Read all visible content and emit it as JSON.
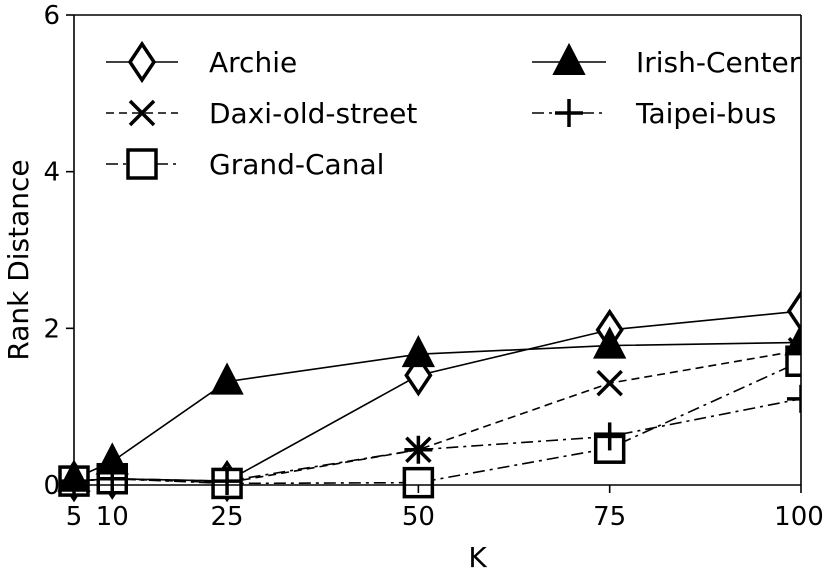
{
  "chart_data": {
    "type": "line",
    "xlabel": "K",
    "ylabel": "Rank Distance",
    "x": [
      5,
      10,
      25,
      50,
      75,
      100
    ],
    "xticks": [
      "5",
      "10",
      "25",
      "50",
      "75",
      "100"
    ],
    "yticks": [
      "0",
      "2",
      "4",
      "6"
    ],
    "xlim": [
      5,
      100
    ],
    "ylim": [
      0,
      6
    ],
    "grid": false,
    "legend_placement": "top",
    "series": [
      {
        "name": "Archie",
        "marker": "diamond-open",
        "line": "solid",
        "values": [
          0.05,
          0.08,
          0.05,
          1.4,
          1.98,
          2.22
        ]
      },
      {
        "name": "Daxi-old-street",
        "marker": "x",
        "line": "dashed",
        "values": [
          0.05,
          0.08,
          0.03,
          0.45,
          1.3,
          1.72
        ]
      },
      {
        "name": "Grand-Canal",
        "marker": "square-open",
        "line": "dashdot",
        "values": [
          0.05,
          0.08,
          0.02,
          0.03,
          0.47,
          1.58
        ]
      },
      {
        "name": "Irish-Center",
        "marker": "triangle-filled",
        "line": "solid",
        "values": [
          0.08,
          0.3,
          1.32,
          1.67,
          1.78,
          1.82
        ]
      },
      {
        "name": "Taipei-bus",
        "marker": "plus",
        "line": "dashdot",
        "values": [
          0.05,
          0.08,
          0.05,
          0.45,
          0.62,
          1.1
        ]
      }
    ]
  }
}
